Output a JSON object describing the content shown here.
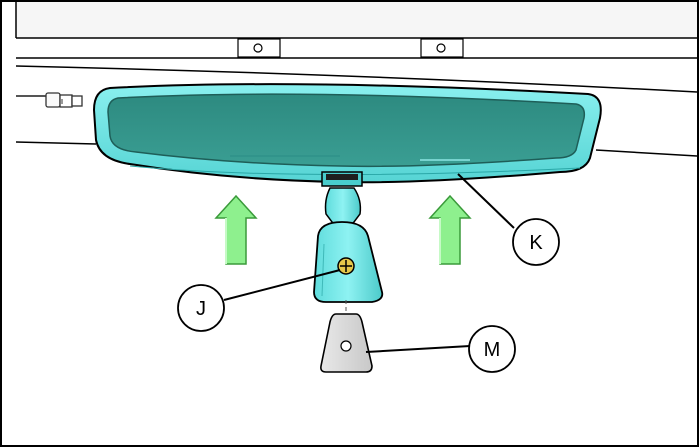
{
  "callouts": {
    "J": "J",
    "K": "K",
    "M": "M"
  },
  "colors": {
    "mirror_housing": "#6fe3e3",
    "mirror_housing_dark": "#3ec8c8",
    "mirror_glass": "#2f8f86",
    "arrow_fill": "#8ef08e",
    "arrow_stroke": "#3a9a3a",
    "bracket_fill": "#d9d9d9",
    "screw": "#e6c84a",
    "line": "#000000"
  },
  "icons": {
    "arrow_left": "up-arrow-icon",
    "arrow_right": "up-arrow-icon",
    "connector": "wire-connector-icon",
    "screw": "screw-icon"
  }
}
